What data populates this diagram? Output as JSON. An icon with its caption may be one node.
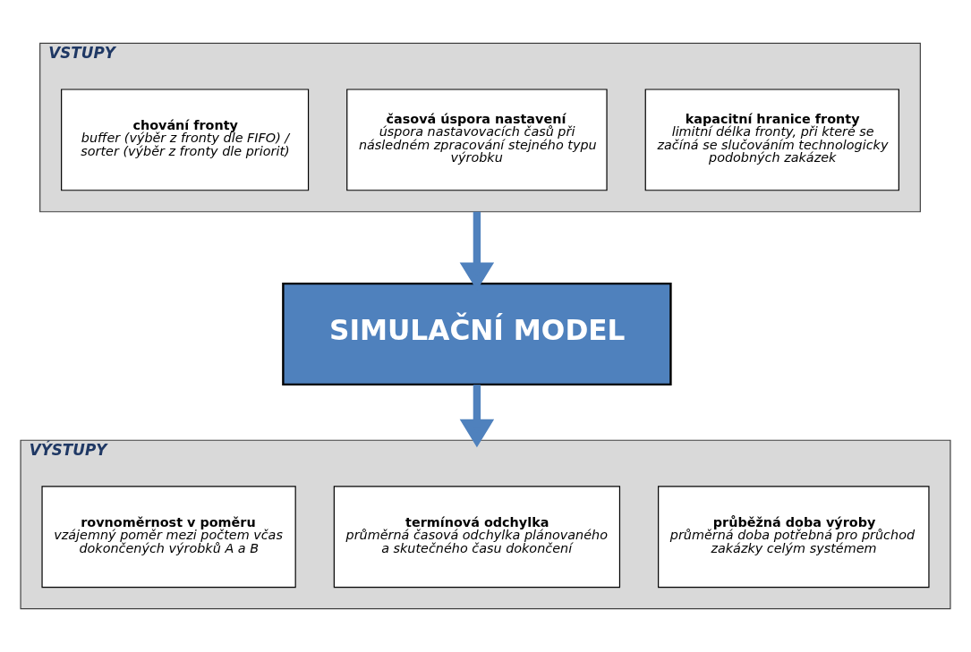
{
  "diagram": {
    "nodes": [
      {
        "text": [
          "VSTUPY"
        ]
      },
      {
        "text": [
          "chování fronty",
          "buffer (výběr z fronty dle FIFO) / sorter (výběr z fronty dle priorit)"
        ],
        "in": 0
      },
      {
        "text": [
          "časová úspora nastavení",
          "úspora nastavovacích časů při následném zpracování stejného typu výrobku"
        ],
        "in": 0
      },
      {
        "text": [
          "kapacitní hranice fronty",
          "limitní délka fronty, při které se začíná se slučováním technologicky podobných zakázek"
        ],
        "in": 0
      },
      {
        "text": [
          "SIMULAČNÍ MODEL"
        ]
      },
      {
        "text": [
          "VÝSTUPY"
        ]
      },
      {
        "text": [
          "rovnoměrnost v poměru",
          "vzájemný poměr mezi počtem včas dokončených výrobků A a B"
        ],
        "in": 5
      },
      {
        "text": [
          "termínová odchylka",
          "průměrná časová odchylka plánovaného a skutečného času dokončení"
        ],
        "in": 5
      },
      {
        "text": [
          "průběžná doba výroby",
          "průměrná doba potřebná pro průchod zakázky celým systémem"
        ],
        "in": 5
      }
    ],
    "edges": [
      {
        "from": 0,
        "to": 4,
        "arrow": "to"
      },
      {
        "from": 4,
        "to": 5,
        "arrow": "to"
      }
    ]
  }
}
